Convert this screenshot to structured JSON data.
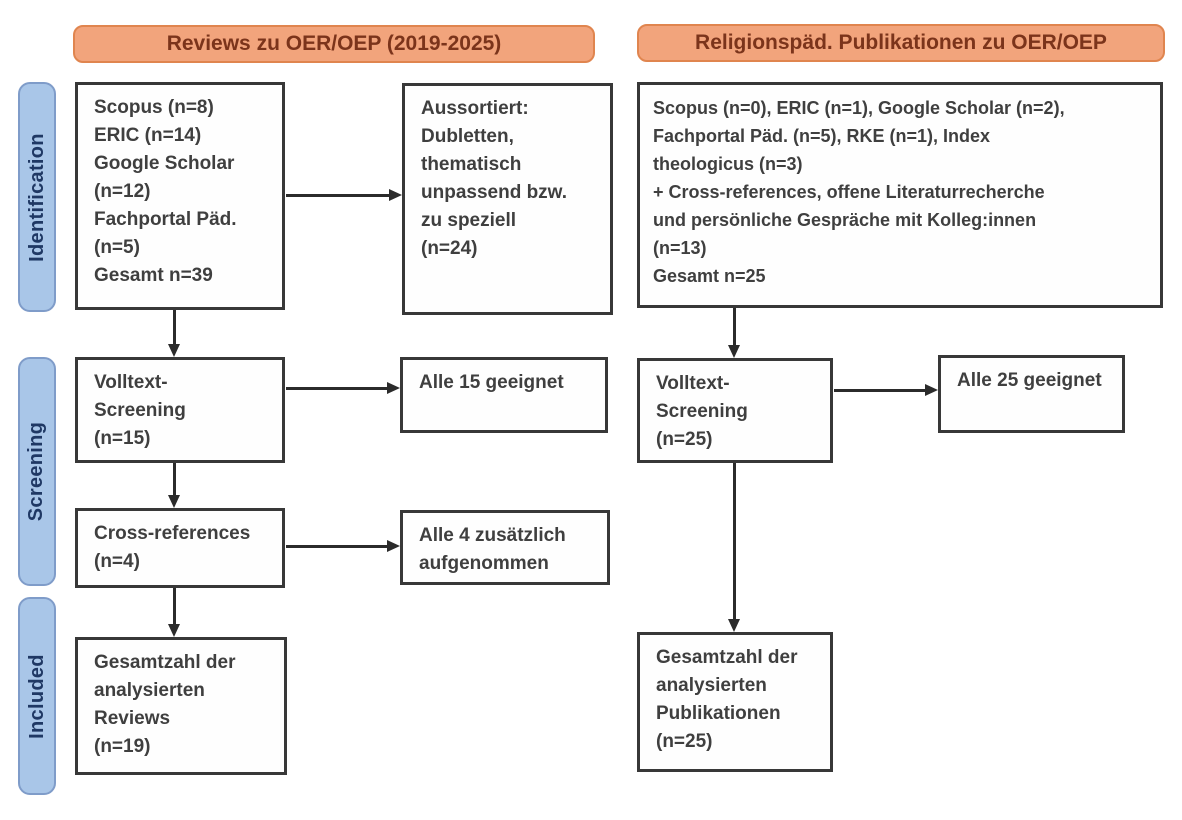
{
  "diagram": {
    "headers": {
      "left": "Reviews zu OER/OEP (2019-2025)",
      "right": "Religionspäd. Publikationen zu OER/OEP"
    },
    "stages": [
      {
        "label": "Identification"
      },
      {
        "label": "Screening"
      },
      {
        "label": "Included"
      }
    ],
    "left": {
      "identification": [
        "Scopus (n=8)",
        "ERIC (n=14)",
        "Google Scholar",
        "(n=12)",
        "Fachportal Päd.",
        "(n=5)",
        "Gesamt n=39"
      ],
      "excluded": [
        "Aussortiert:",
        "Dubletten,",
        "thematisch",
        "unpassend bzw.",
        "zu speziell",
        "(n=24)"
      ],
      "fulltext_screening": [
        "Volltext-",
        "Screening",
        "(n=15)"
      ],
      "fulltext_result": [
        "Alle 15 geeignet"
      ],
      "cross_references": [
        "Cross-references",
        "(n=4)"
      ],
      "cross_references_result": [
        "Alle 4 zusätzlich",
        "aufgenommen"
      ],
      "included": [
        "Gesamtzahl der",
        "analysierten",
        "Reviews",
        "(n=19)"
      ]
    },
    "right": {
      "identification": [
        "Scopus (n=0), ERIC (n=1), Google Scholar (n=2),",
        "Fachportal Päd. (n=5), RKE (n=1), Index",
        "theologicus (n=3)",
        "+ Cross-references, offene Literaturrecherche",
        "und persönliche Gespräche mit Kolleg:innen",
        "(n=13)",
        "Gesamt n=25"
      ],
      "fulltext_screening": [
        "Volltext-",
        "Screening",
        "(n=25)"
      ],
      "fulltext_result": [
        "Alle 25 geeignet"
      ],
      "included": [
        "Gesamtzahl der",
        "analysierten",
        "Publikationen",
        "(n=25)"
      ]
    },
    "colors": {
      "header_fill": "#F2A47C",
      "header_border": "#E0854F",
      "header_text": "#7B341B",
      "stage_fill": "#A9C6E8",
      "stage_border": "#7F9CC9",
      "stage_text": "#1F3864",
      "box_border": "#383838",
      "box_text": "#3F3F3F",
      "arrow": "#2B2B2B",
      "background": "#FFFFFF"
    }
  }
}
